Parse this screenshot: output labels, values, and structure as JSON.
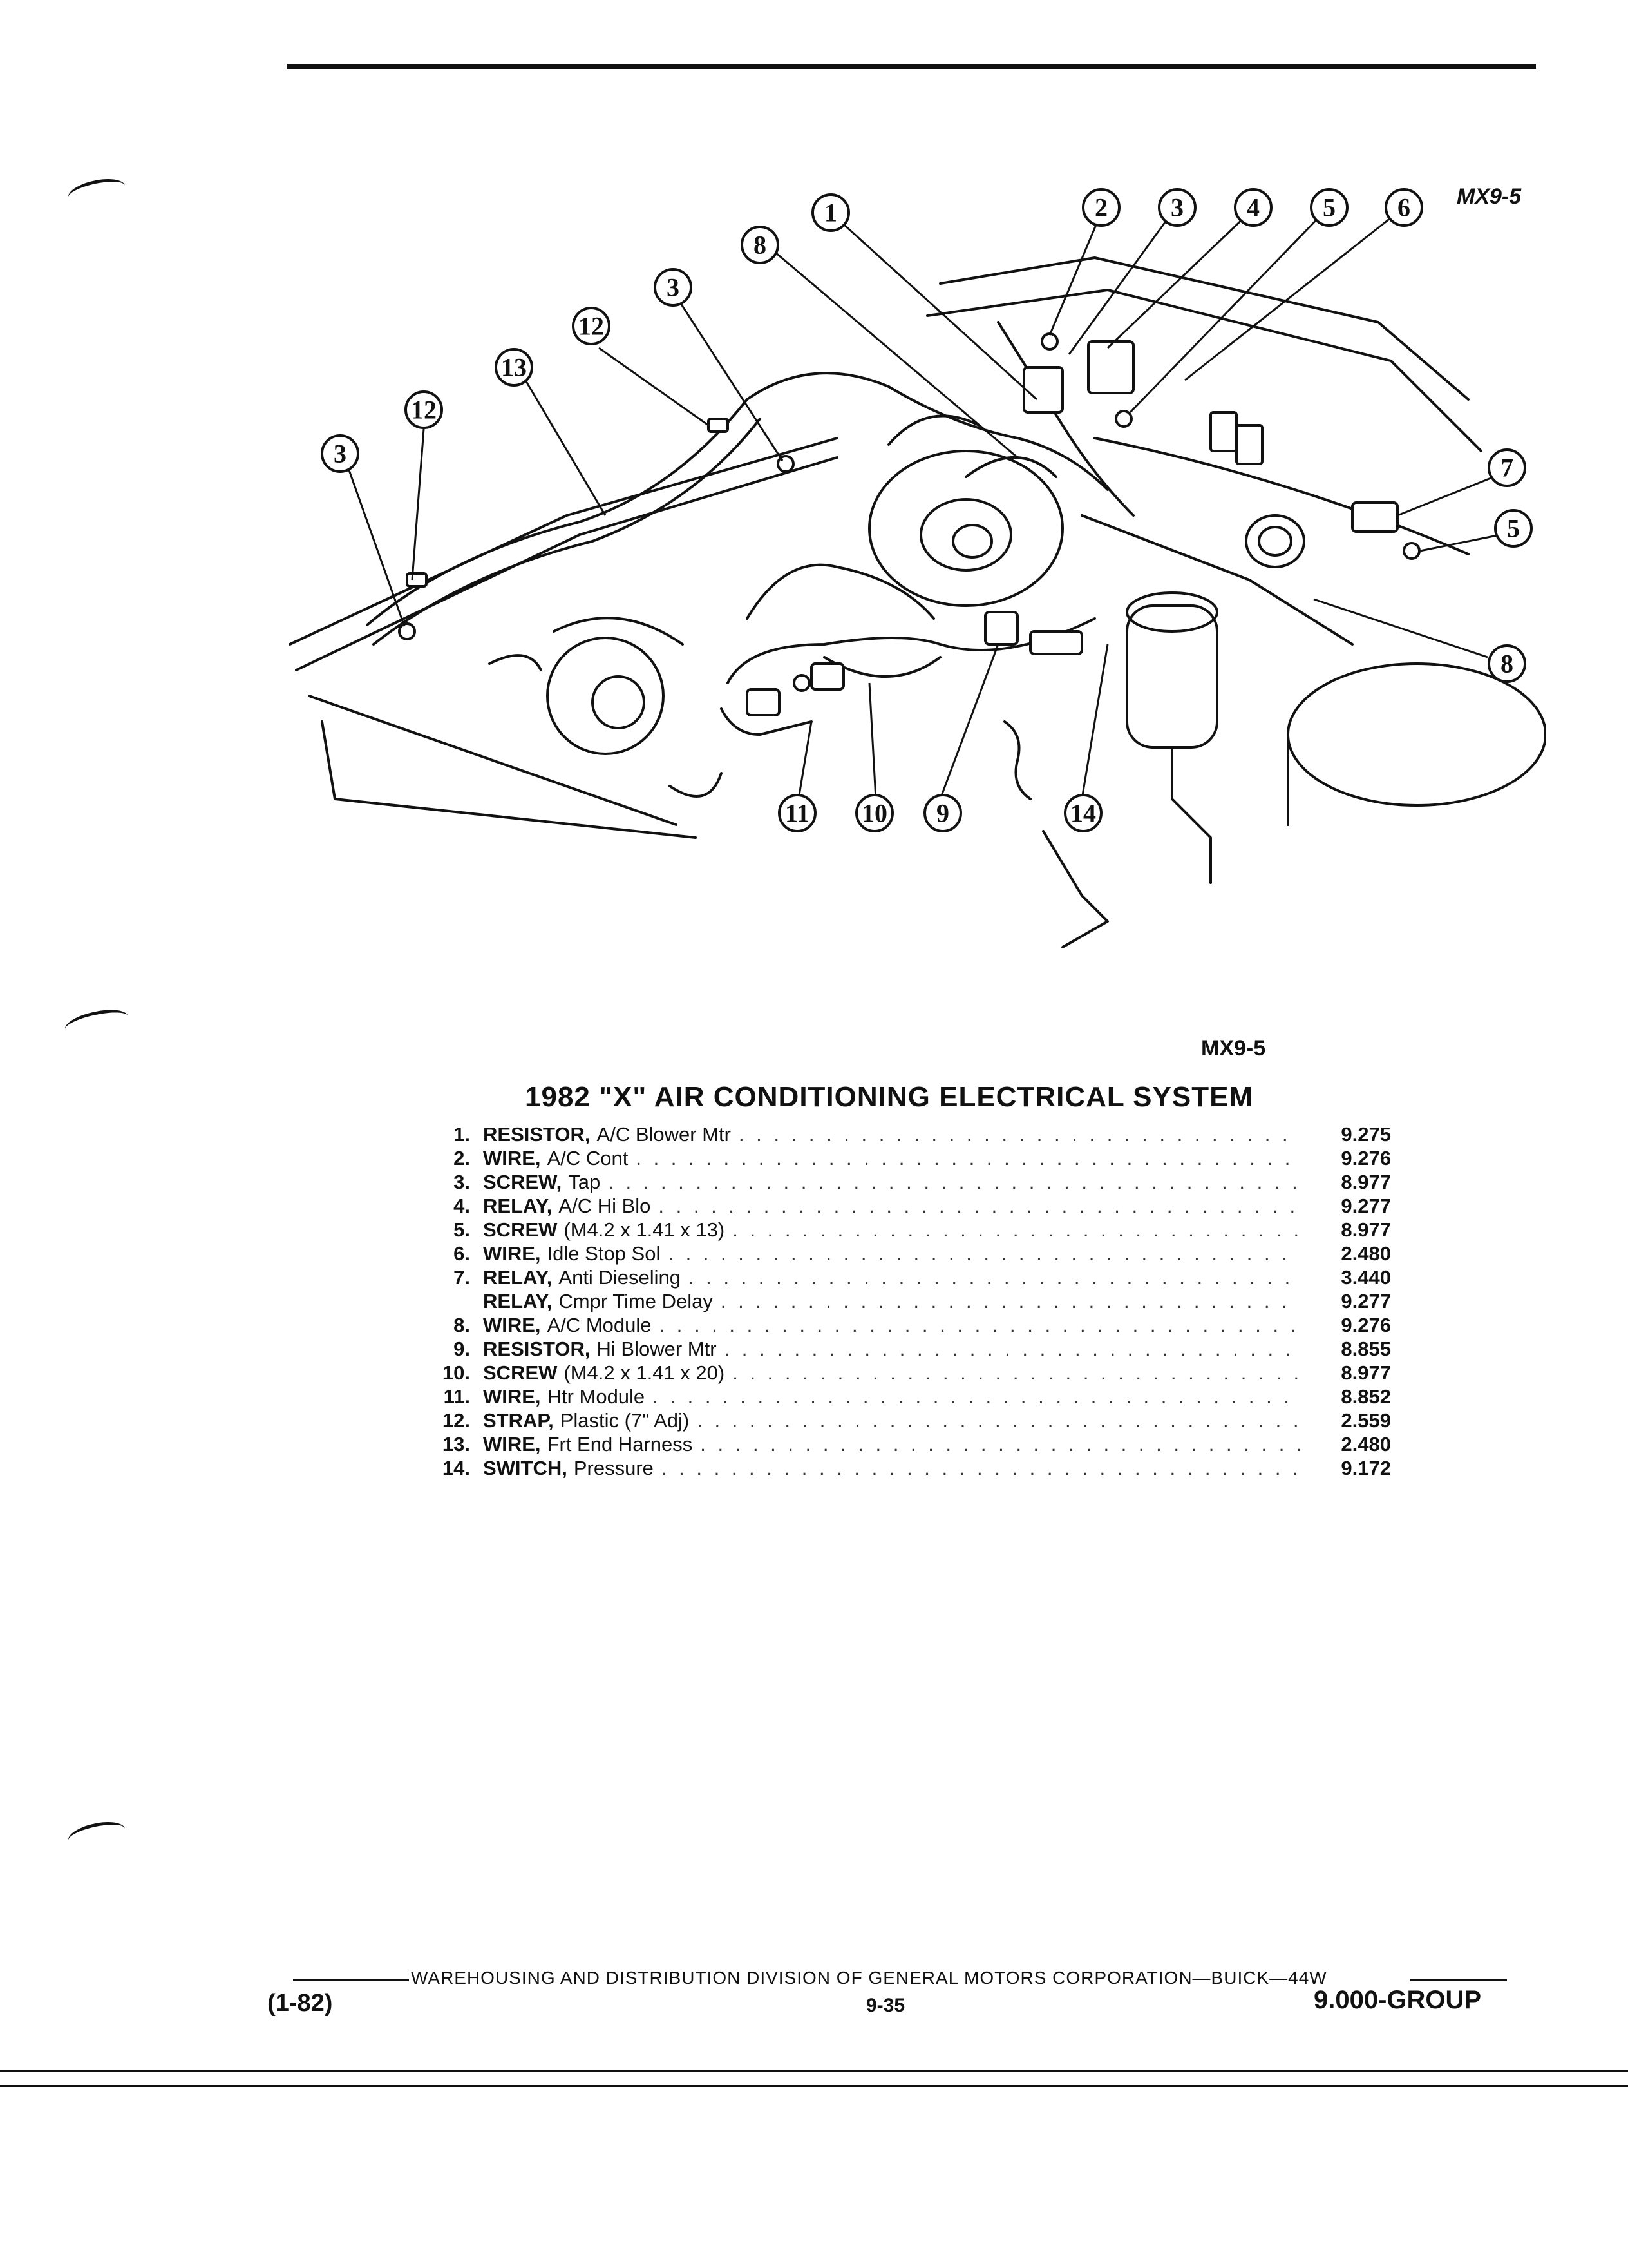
{
  "figure_code_top": "MX9-5",
  "figure_code_bottom": "MX9-5",
  "title": "1982 \"X\" AIR CONDITIONING ELECTRICAL SYSTEM",
  "callouts": [
    "1",
    "2",
    "3",
    "4",
    "5",
    "6",
    "7",
    "5",
    "8",
    "8",
    "3",
    "12",
    "13",
    "12",
    "3",
    "11",
    "10",
    "9",
    "14"
  ],
  "parts": [
    {
      "num": "1.",
      "name": "RESISTOR,",
      "desc": "A/C Blower Mtr",
      "ref": "9.275"
    },
    {
      "num": "2.",
      "name": "WIRE,",
      "desc": "A/C Cont",
      "ref": "9.276"
    },
    {
      "num": "3.",
      "name": "SCREW,",
      "desc": "Tap",
      "ref": "8.977"
    },
    {
      "num": "4.",
      "name": "RELAY,",
      "desc": "A/C Hi Blo",
      "ref": "9.277"
    },
    {
      "num": "5.",
      "name": "SCREW",
      "desc": "(M4.2 x 1.41 x 13)",
      "ref": "8.977"
    },
    {
      "num": "6.",
      "name": "WIRE,",
      "desc": "Idle Stop Sol",
      "ref": "2.480"
    },
    {
      "num": "7.",
      "name": "RELAY,",
      "desc": "Anti Dieseling",
      "ref": "3.440"
    },
    {
      "num": "",
      "name": "RELAY,",
      "desc": "Cmpr Time Delay",
      "ref": "9.277"
    },
    {
      "num": "8.",
      "name": "WIRE,",
      "desc": "A/C Module",
      "ref": "9.276"
    },
    {
      "num": "9.",
      "name": "RESISTOR,",
      "desc": "Hi Blower Mtr",
      "ref": "8.855"
    },
    {
      "num": "10.",
      "name": "SCREW",
      "desc": "(M4.2 x 1.41 x 20)",
      "ref": "8.977"
    },
    {
      "num": "11.",
      "name": "WIRE,",
      "desc": "Htr Module",
      "ref": "8.852"
    },
    {
      "num": "12.",
      "name": "STRAP,",
      "desc": "Plastic (7\" Adj)",
      "ref": "2.559"
    },
    {
      "num": "13.",
      "name": "WIRE,",
      "desc": "Frt End Harness",
      "ref": "2.480"
    },
    {
      "num": "14.",
      "name": "SWITCH,",
      "desc": "Pressure",
      "ref": "9.172"
    }
  ],
  "footer": {
    "division": "WAREHOUSING AND DISTRIBUTION  DIVISION OF GENERAL MOTORS CORPORATION—BUICK—44W",
    "date": "(1-82)",
    "page": "9-35",
    "group": "9.000-GROUP"
  }
}
